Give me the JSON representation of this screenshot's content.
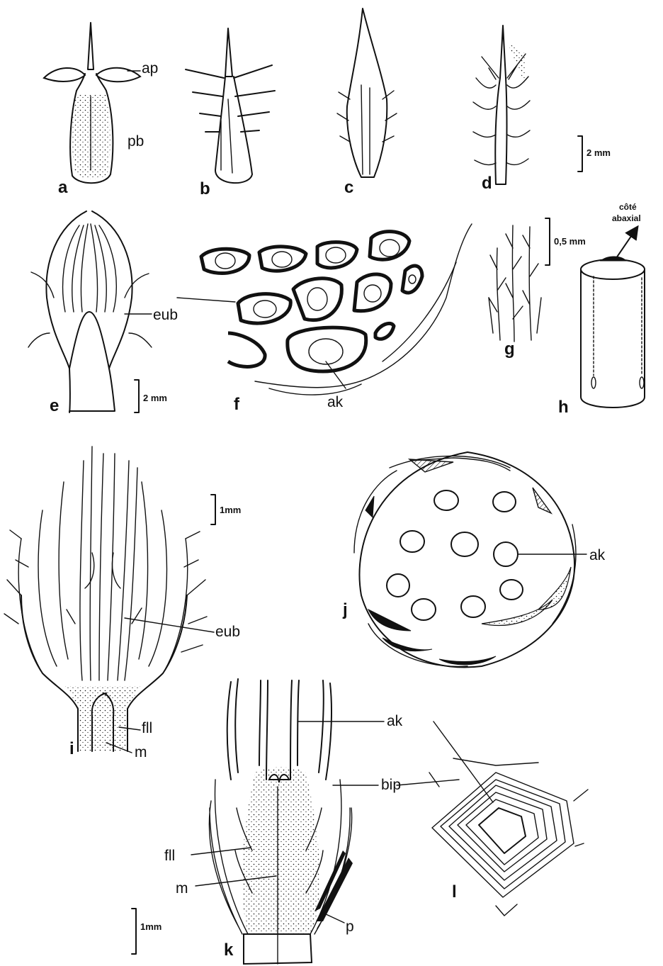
{
  "panels": {
    "a": "a",
    "b": "b",
    "c": "c",
    "d": "d",
    "e": "e",
    "f": "f",
    "g": "g",
    "h": "h",
    "i": "i",
    "j": "j",
    "k": "k",
    "l": "l"
  },
  "labels": {
    "ap": "ap",
    "pb": "pb",
    "eub_e": "eub",
    "ak_f": "ak",
    "cote_abaxial_line1": "côté",
    "cote_abaxial_line2": "abaxial",
    "eub_i": "eub",
    "fll_i": "fll",
    "m_i": "m",
    "ak_j": "ak",
    "ak_k": "ak",
    "bip": "bip",
    "fll_k": "fll",
    "m_k": "m",
    "p": "p"
  },
  "scales": {
    "top_right": "2 mm",
    "e": "2 mm",
    "g": "0,5 mm",
    "i": "1mm",
    "k": "1mm"
  }
}
